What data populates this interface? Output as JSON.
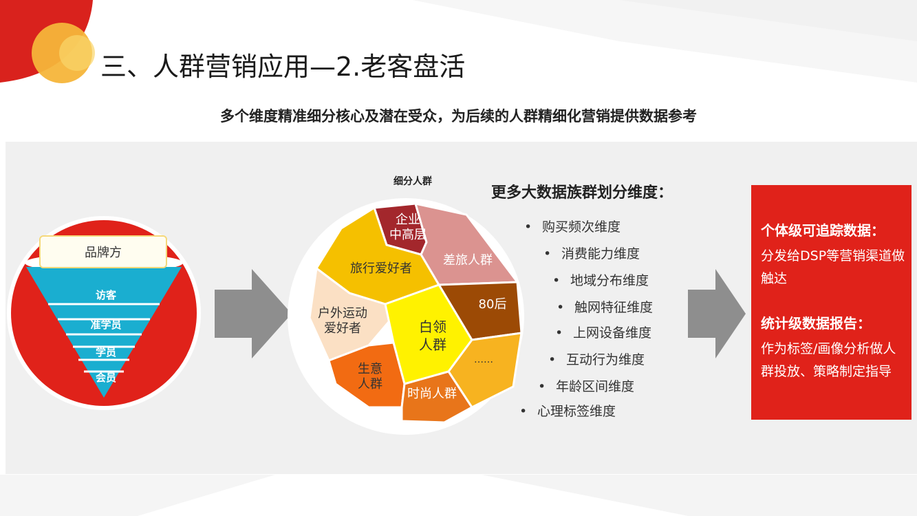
{
  "title": "三、人群营销应用—2.老客盘活",
  "subtitle": "多个维度精准细分核心及潜在受众，为后续的人群精细化营销提供数据参考",
  "colors": {
    "brand_red": "#e0221a",
    "accent_orange": "#f5a623",
    "funnel_teal": "#1aaed0",
    "arrow_gray": "#8e8e8e"
  },
  "funnel": {
    "brand": "品牌方",
    "levels": [
      "访客",
      "准学员",
      "学员",
      "会员"
    ]
  },
  "segments": {
    "title": "细分人群",
    "items": {
      "executives": "企业\n中高层",
      "business_travel": "差旅人群",
      "travel": "旅行爱好者",
      "post80": "80后",
      "outdoor": "户外运动\n爱好者",
      "white_collar": "白领\n人群",
      "more": "……",
      "business": "生意\n人群",
      "fashion": "时尚人群"
    }
  },
  "dimensions": {
    "title": "更多大数据族群划分维度：",
    "bullet": "•",
    "items": [
      "购买频次维度",
      "消费能力维度",
      "地域分布维度",
      "触网特征维度",
      "上网设备维度",
      "互动行为维度",
      "年龄区间维度",
      "心理标签维度"
    ]
  },
  "red_box": {
    "heading1": "个体级可追踪数据：",
    "text1": "分发给DSP等营销渠道做触达",
    "heading2": "统计级数据报告：",
    "text2": "作为标签/画像分析做人群投放、策略制定指导"
  }
}
